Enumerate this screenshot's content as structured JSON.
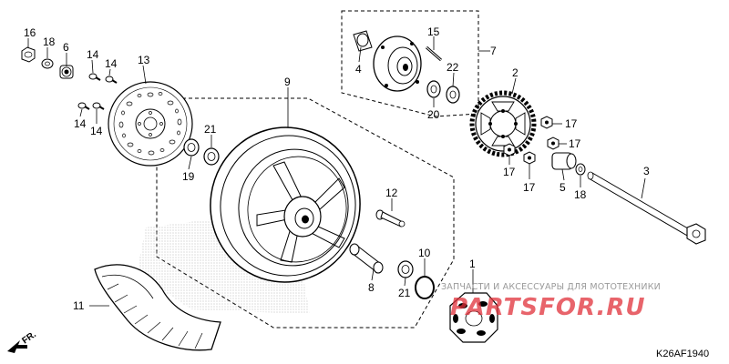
{
  "diagram": {
    "code": "K26AF1940",
    "direction_label": "FR.",
    "watermark_text": "ЗАПЧАСТИ И АКСЕССУАРЫ ДЛЯ МОТОТЕХНИКИ",
    "watermark_logo": "PARTSFOR.RU",
    "callouts": {
      "c1": "1",
      "c2": "2",
      "c3": "3",
      "c4": "4",
      "c5": "5",
      "c6": "6",
      "c7": "7",
      "c8": "8",
      "c9": "9",
      "c10": "10",
      "c11": "11",
      "c12": "12",
      "c13": "13",
      "c14a": "14",
      "c14b": "14",
      "c14c": "14",
      "c14d": "14",
      "c15": "15",
      "c16": "16",
      "c17a": "17",
      "c17b": "17",
      "c17c": "17",
      "c17d": "17",
      "c18a": "18",
      "c18b": "18",
      "c19": "19",
      "c20": "20",
      "c21a": "21",
      "c21b": "21",
      "c22": "22"
    },
    "colors": {
      "line": "#000000",
      "logo_red": "#e0303a",
      "watermark_grey": "#9a9a9a"
    }
  }
}
